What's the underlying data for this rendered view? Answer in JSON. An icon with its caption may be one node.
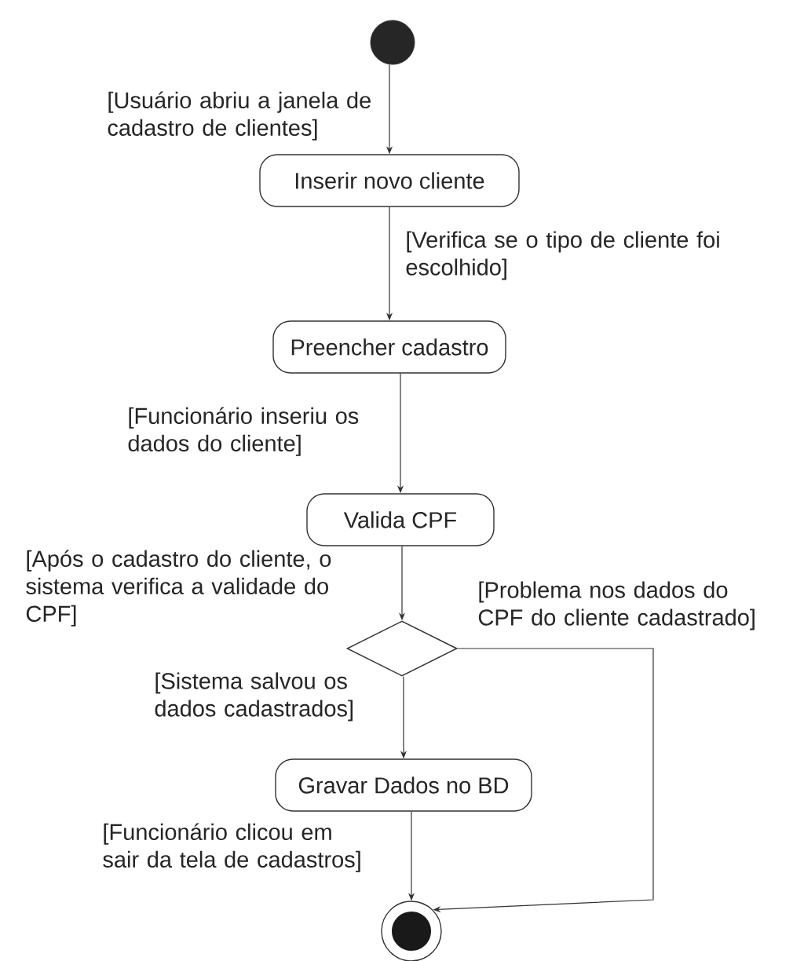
{
  "diagram": {
    "nodes": [
      {
        "text": [],
        "shape": "circle"
      },
      {
        "text": [
          "Inserir novo cliente"
        ]
      },
      {
        "text": [
          "Preencher cadastro"
        ]
      },
      {
        "text": [
          "Valida CPF"
        ]
      },
      {
        "text": [],
        "shape": "diamond"
      },
      {
        "text": [
          "Gravar Dados no BD"
        ]
      },
      {
        "text": [],
        "shape": "circle"
      }
    ],
    "edges": [
      {
        "from": 0,
        "to": 1,
        "arrow": "to",
        "label": "[Usuário abriu a janela de cadastro de clientes]"
      },
      {
        "from": 1,
        "to": 2,
        "arrow": "to",
        "label": "[Verifica se o tipo de cliente foi escolhido]"
      },
      {
        "from": 2,
        "to": 3,
        "arrow": "to",
        "label": "[Funcionário inseriu os dados do cliente]"
      },
      {
        "from": 3,
        "to": 4,
        "arrow": "to",
        "label": "[Após o cadastro do cliente, o sistema verifica a validade do CPF]"
      },
      {
        "from": 4,
        "to": 6,
        "arrow": "to",
        "label": "[Problema nos dados do CPF do cliente cadastrado]"
      },
      {
        "from": 4,
        "to": 5,
        "arrow": "to",
        "label": "[Sistema salvou os dados cadastrados]"
      },
      {
        "from": 5,
        "to": 6,
        "arrow": "to",
        "label": "[Funcionário clicou em sair da tela de cadastros]"
      }
    ]
  }
}
